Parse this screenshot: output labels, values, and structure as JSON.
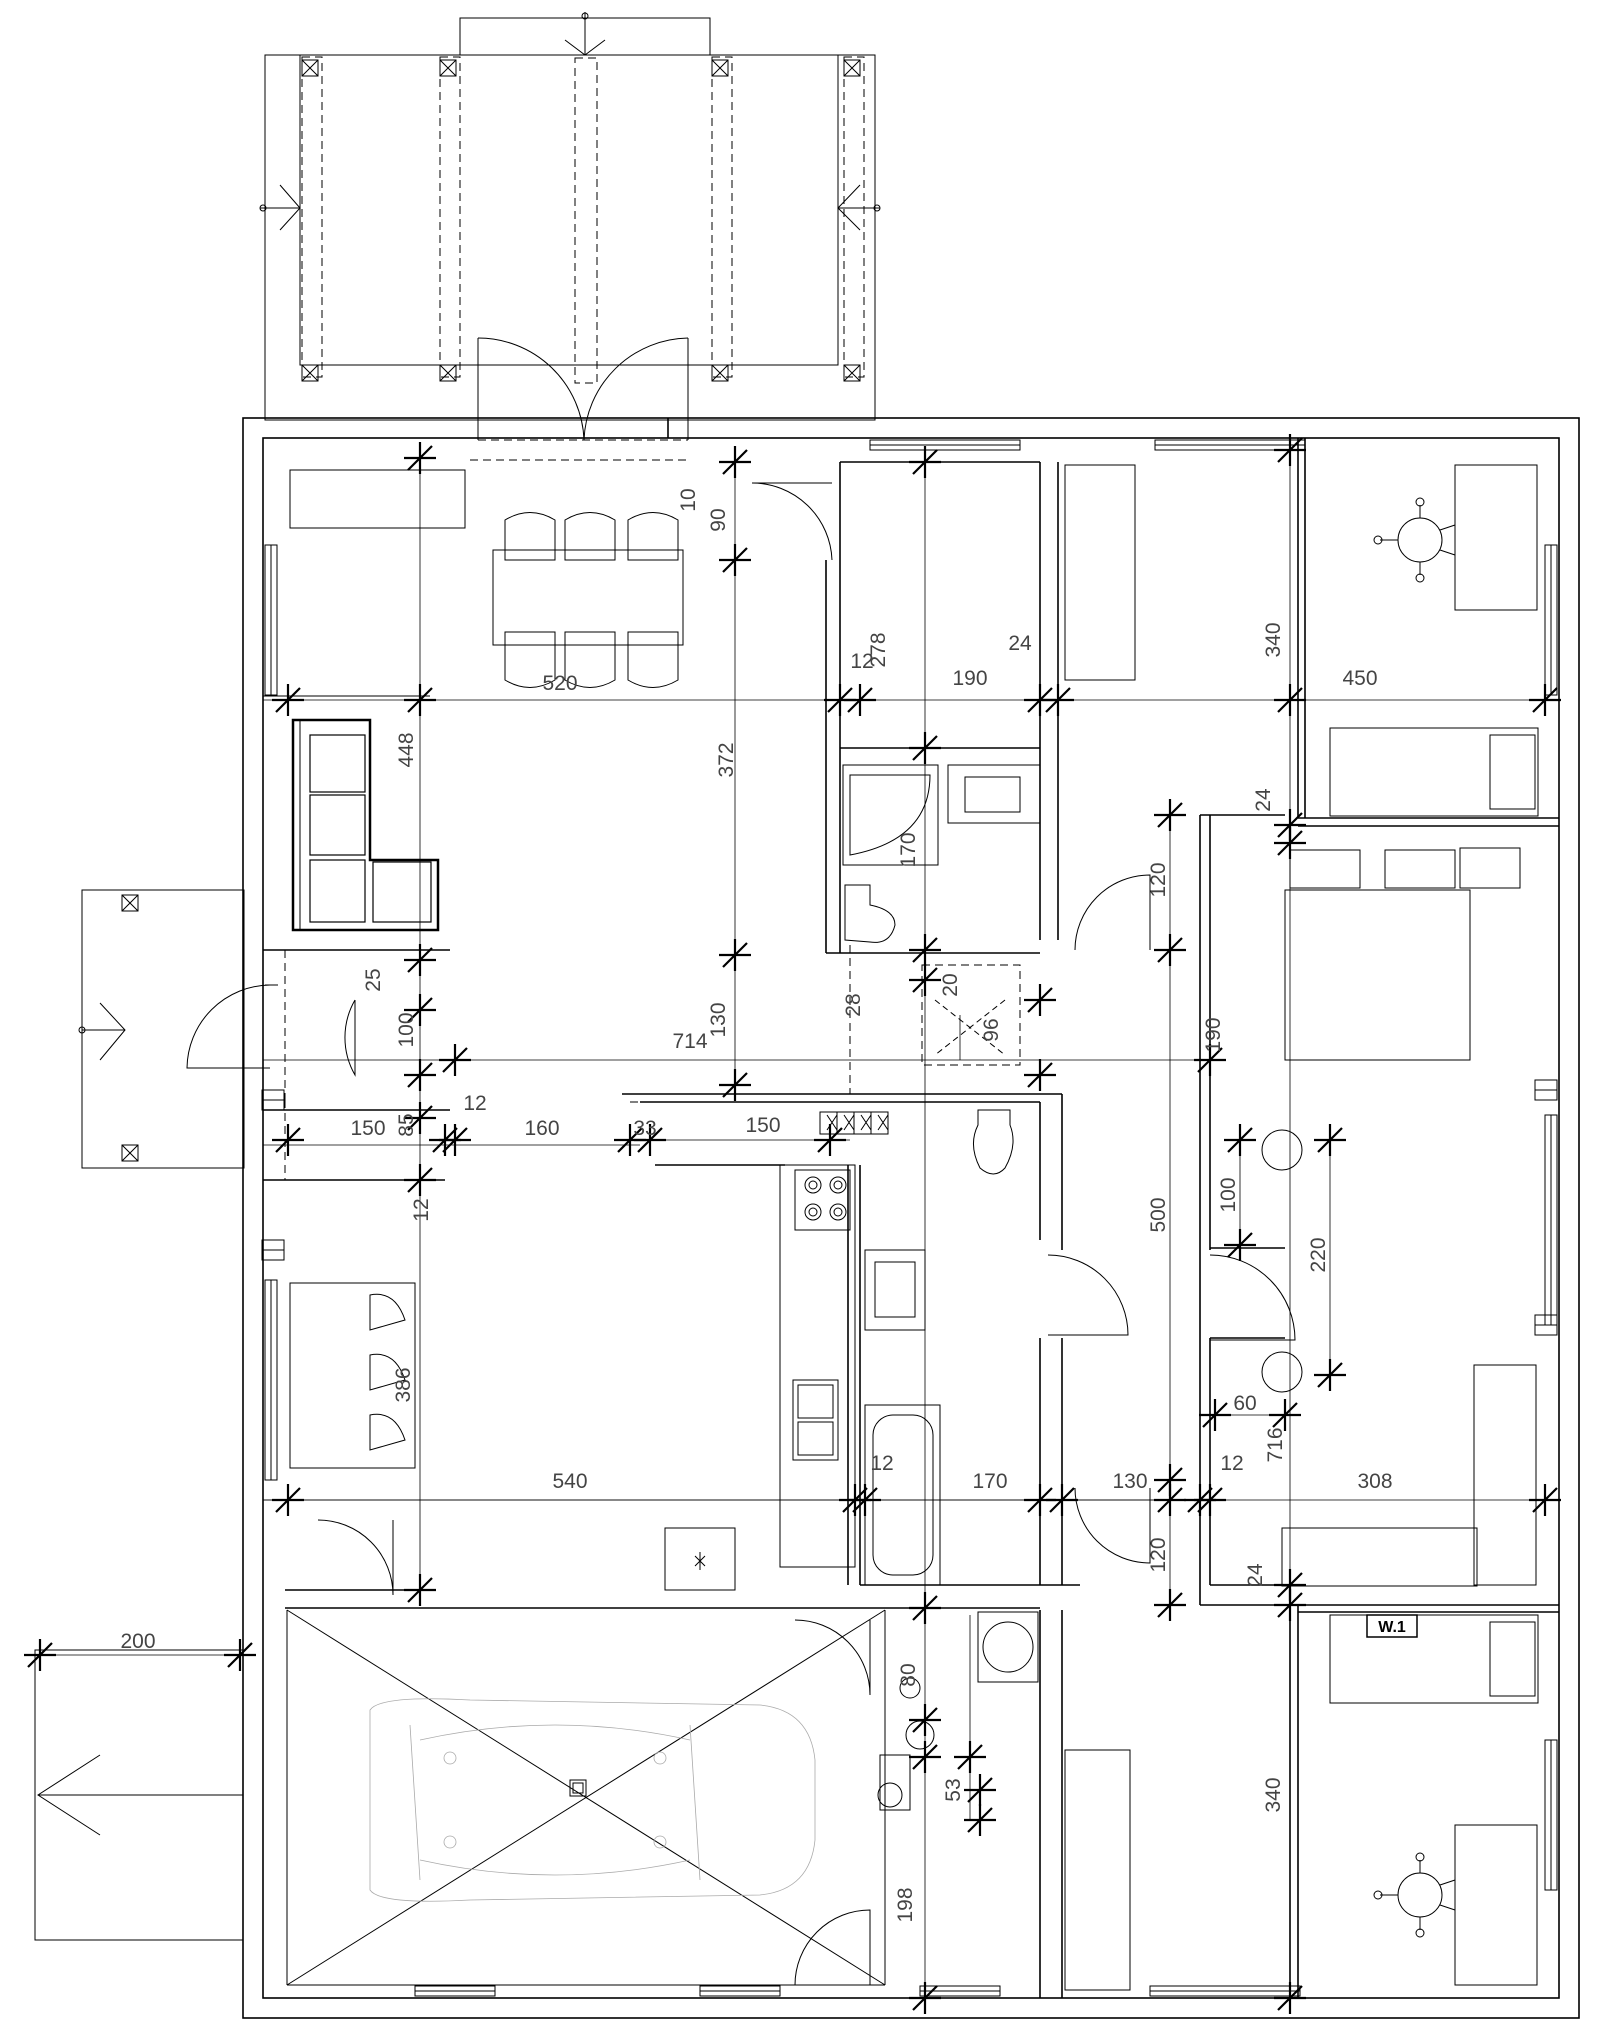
{
  "plan": {
    "tag": "W.1",
    "dimensions": {
      "d520": "520",
      "d10": "10",
      "d90": "90",
      "d278": "278",
      "d12a": "12",
      "d190": "190",
      "d24a": "24",
      "d340a": "340",
      "d450": "450",
      "d448": "448",
      "d372": "372",
      "d170a": "170",
      "d120a": "120",
      "d24b": "24",
      "d25": "25",
      "d100a": "100",
      "d28": "28",
      "d20": "20",
      "d96": "96",
      "d714": "714",
      "d130a": "130",
      "d190b": "190",
      "d85": "85",
      "d12b": "12",
      "d150a": "150",
      "d160": "160",
      "d33": "33",
      "d150b": "150",
      "d500": "500",
      "d100b": "100",
      "d220": "220",
      "d12c": "12",
      "d386": "386",
      "d60": "60",
      "d716": "716",
      "d540": "540",
      "d12d": "12",
      "d170b": "170",
      "d130b": "130",
      "d12e": "12",
      "d308": "308",
      "d120b": "120",
      "d24c": "24",
      "d200": "200",
      "d80": "80",
      "d53": "53",
      "d198": "198",
      "d340b": "340"
    }
  }
}
